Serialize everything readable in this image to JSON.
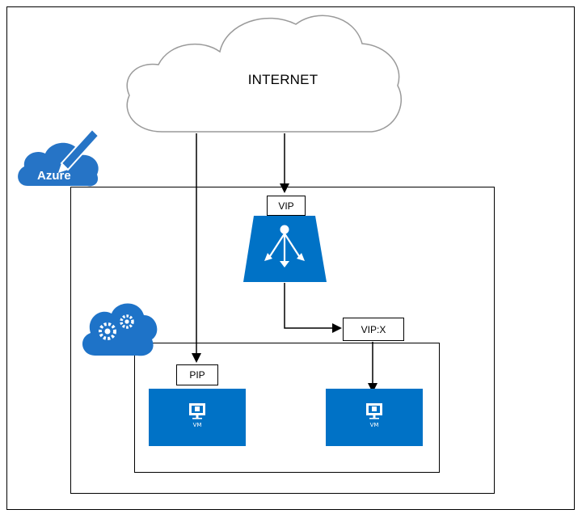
{
  "cloud": {
    "label": "INTERNET"
  },
  "azure_badge": {
    "label": "Azure"
  },
  "nodes": {
    "vip_label": "VIP",
    "vipx_label": "VIP:X",
    "pip_label": "PIP",
    "vm1_label": "VM",
    "vm2_label": "VM"
  },
  "colors": {
    "azure_blue": "#0072c6",
    "cloud_service_blue": "#1e73c8"
  }
}
